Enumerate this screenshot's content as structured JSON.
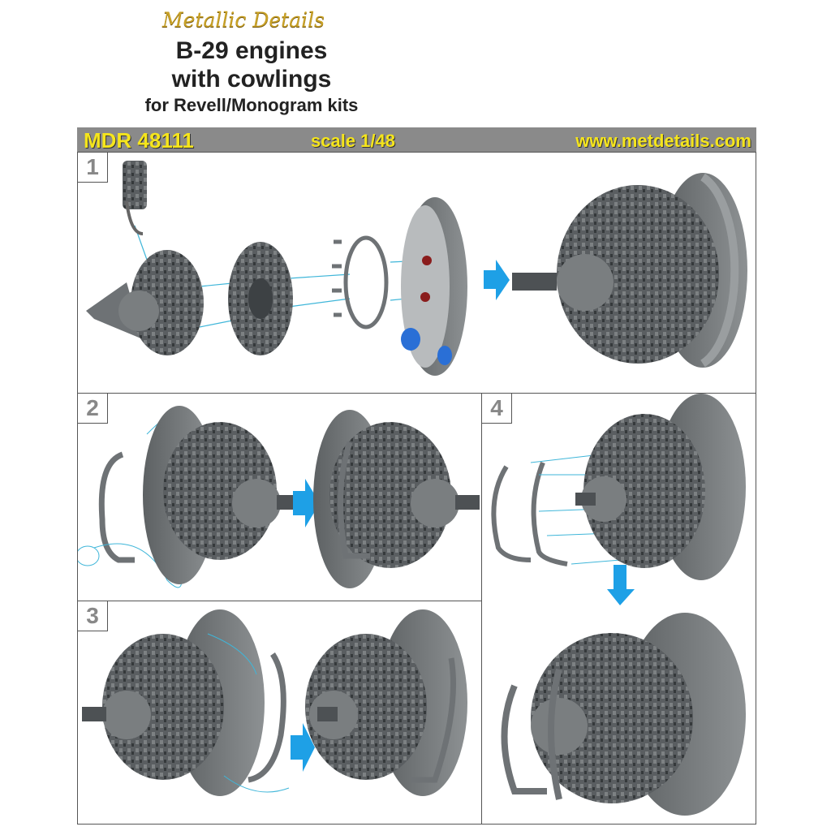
{
  "header": {
    "brand": "Metallic Details",
    "title_line1": "B-29 engines",
    "title_line2": "with cowlings",
    "subtitle": "for  Revell/Monogram kits"
  },
  "banner": {
    "product_code": "MDR 48111",
    "scale": "scale 1/48",
    "website": "www.metdetails.com"
  },
  "steps": [
    {
      "number": "1"
    },
    {
      "number": "2"
    },
    {
      "number": "3"
    },
    {
      "number": "4"
    }
  ],
  "colors": {
    "guide_line": "#3fb6d9",
    "arrow": "#1ea0e6",
    "part_gray": "#6e7275",
    "banner": "#8a8a8a",
    "label_yellow": "#f5e51c"
  }
}
